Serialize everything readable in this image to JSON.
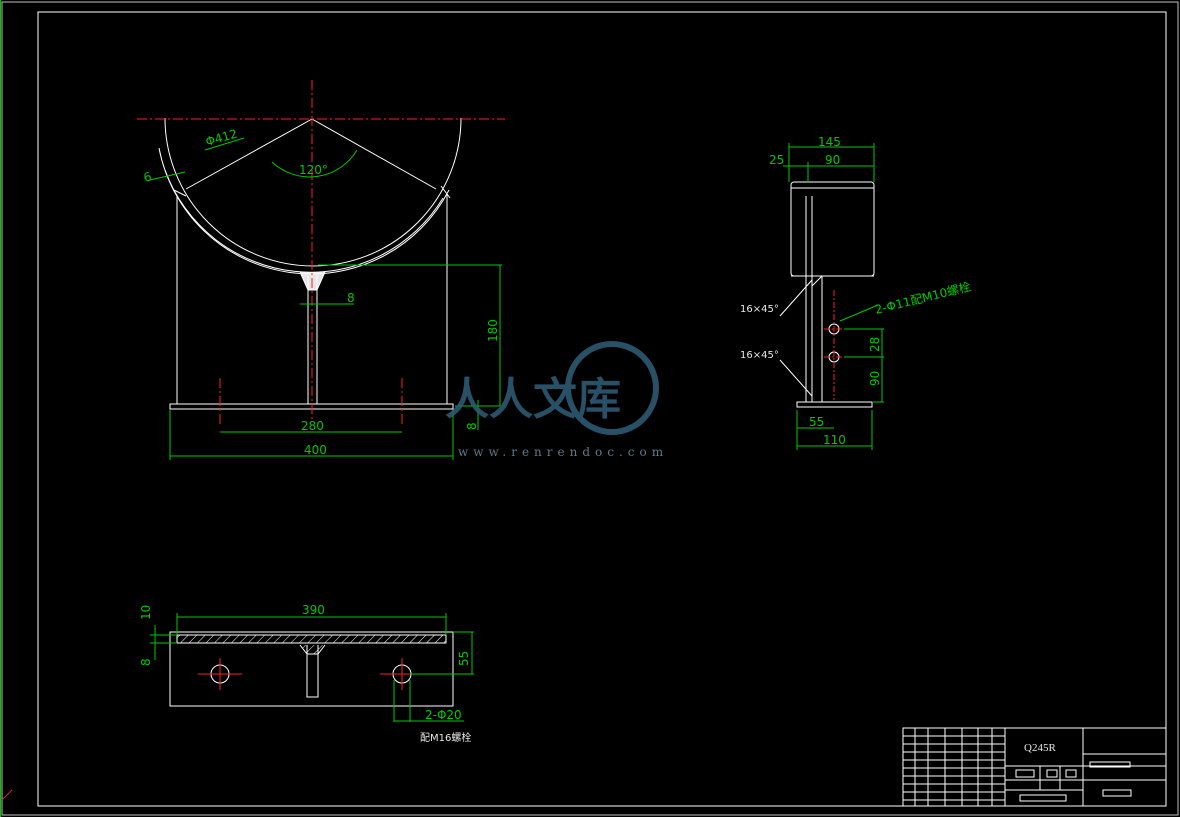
{
  "drawing": {
    "material": "Q245R",
    "front_view": {
      "diameter": "Φ412",
      "angle": "120°",
      "thickness": "6",
      "web_thickness": "8",
      "height": "180",
      "hole_spacing": "280",
      "base_length": "400",
      "base_thickness": "8"
    },
    "side_view": {
      "overall_width": "145",
      "flange_offset": "25",
      "flange_width": "90",
      "chamfer_upper": "16×45°",
      "chamfer_lower": "16×45°",
      "bolt_note": "2-Φ11配M10螺栓",
      "hole_pitch": "28",
      "hole_height": "90",
      "web_offset": "55",
      "base_width": "110"
    },
    "plan_view": {
      "length": "390",
      "top_thickness": "10",
      "plate_thickness": "8",
      "plate_width": "55",
      "hole_note": "2-Φ20",
      "bolt_note": "配M16螺栓"
    }
  },
  "watermark": {
    "text": "人人文库",
    "url": "www.renrendoc.com",
    "color": "#2f5f7a"
  },
  "colors": {
    "background": "#000000",
    "outline": "#ffffff",
    "dimension": "#00c800",
    "centerline": "#ff2020",
    "frame_left": "#00c800"
  }
}
